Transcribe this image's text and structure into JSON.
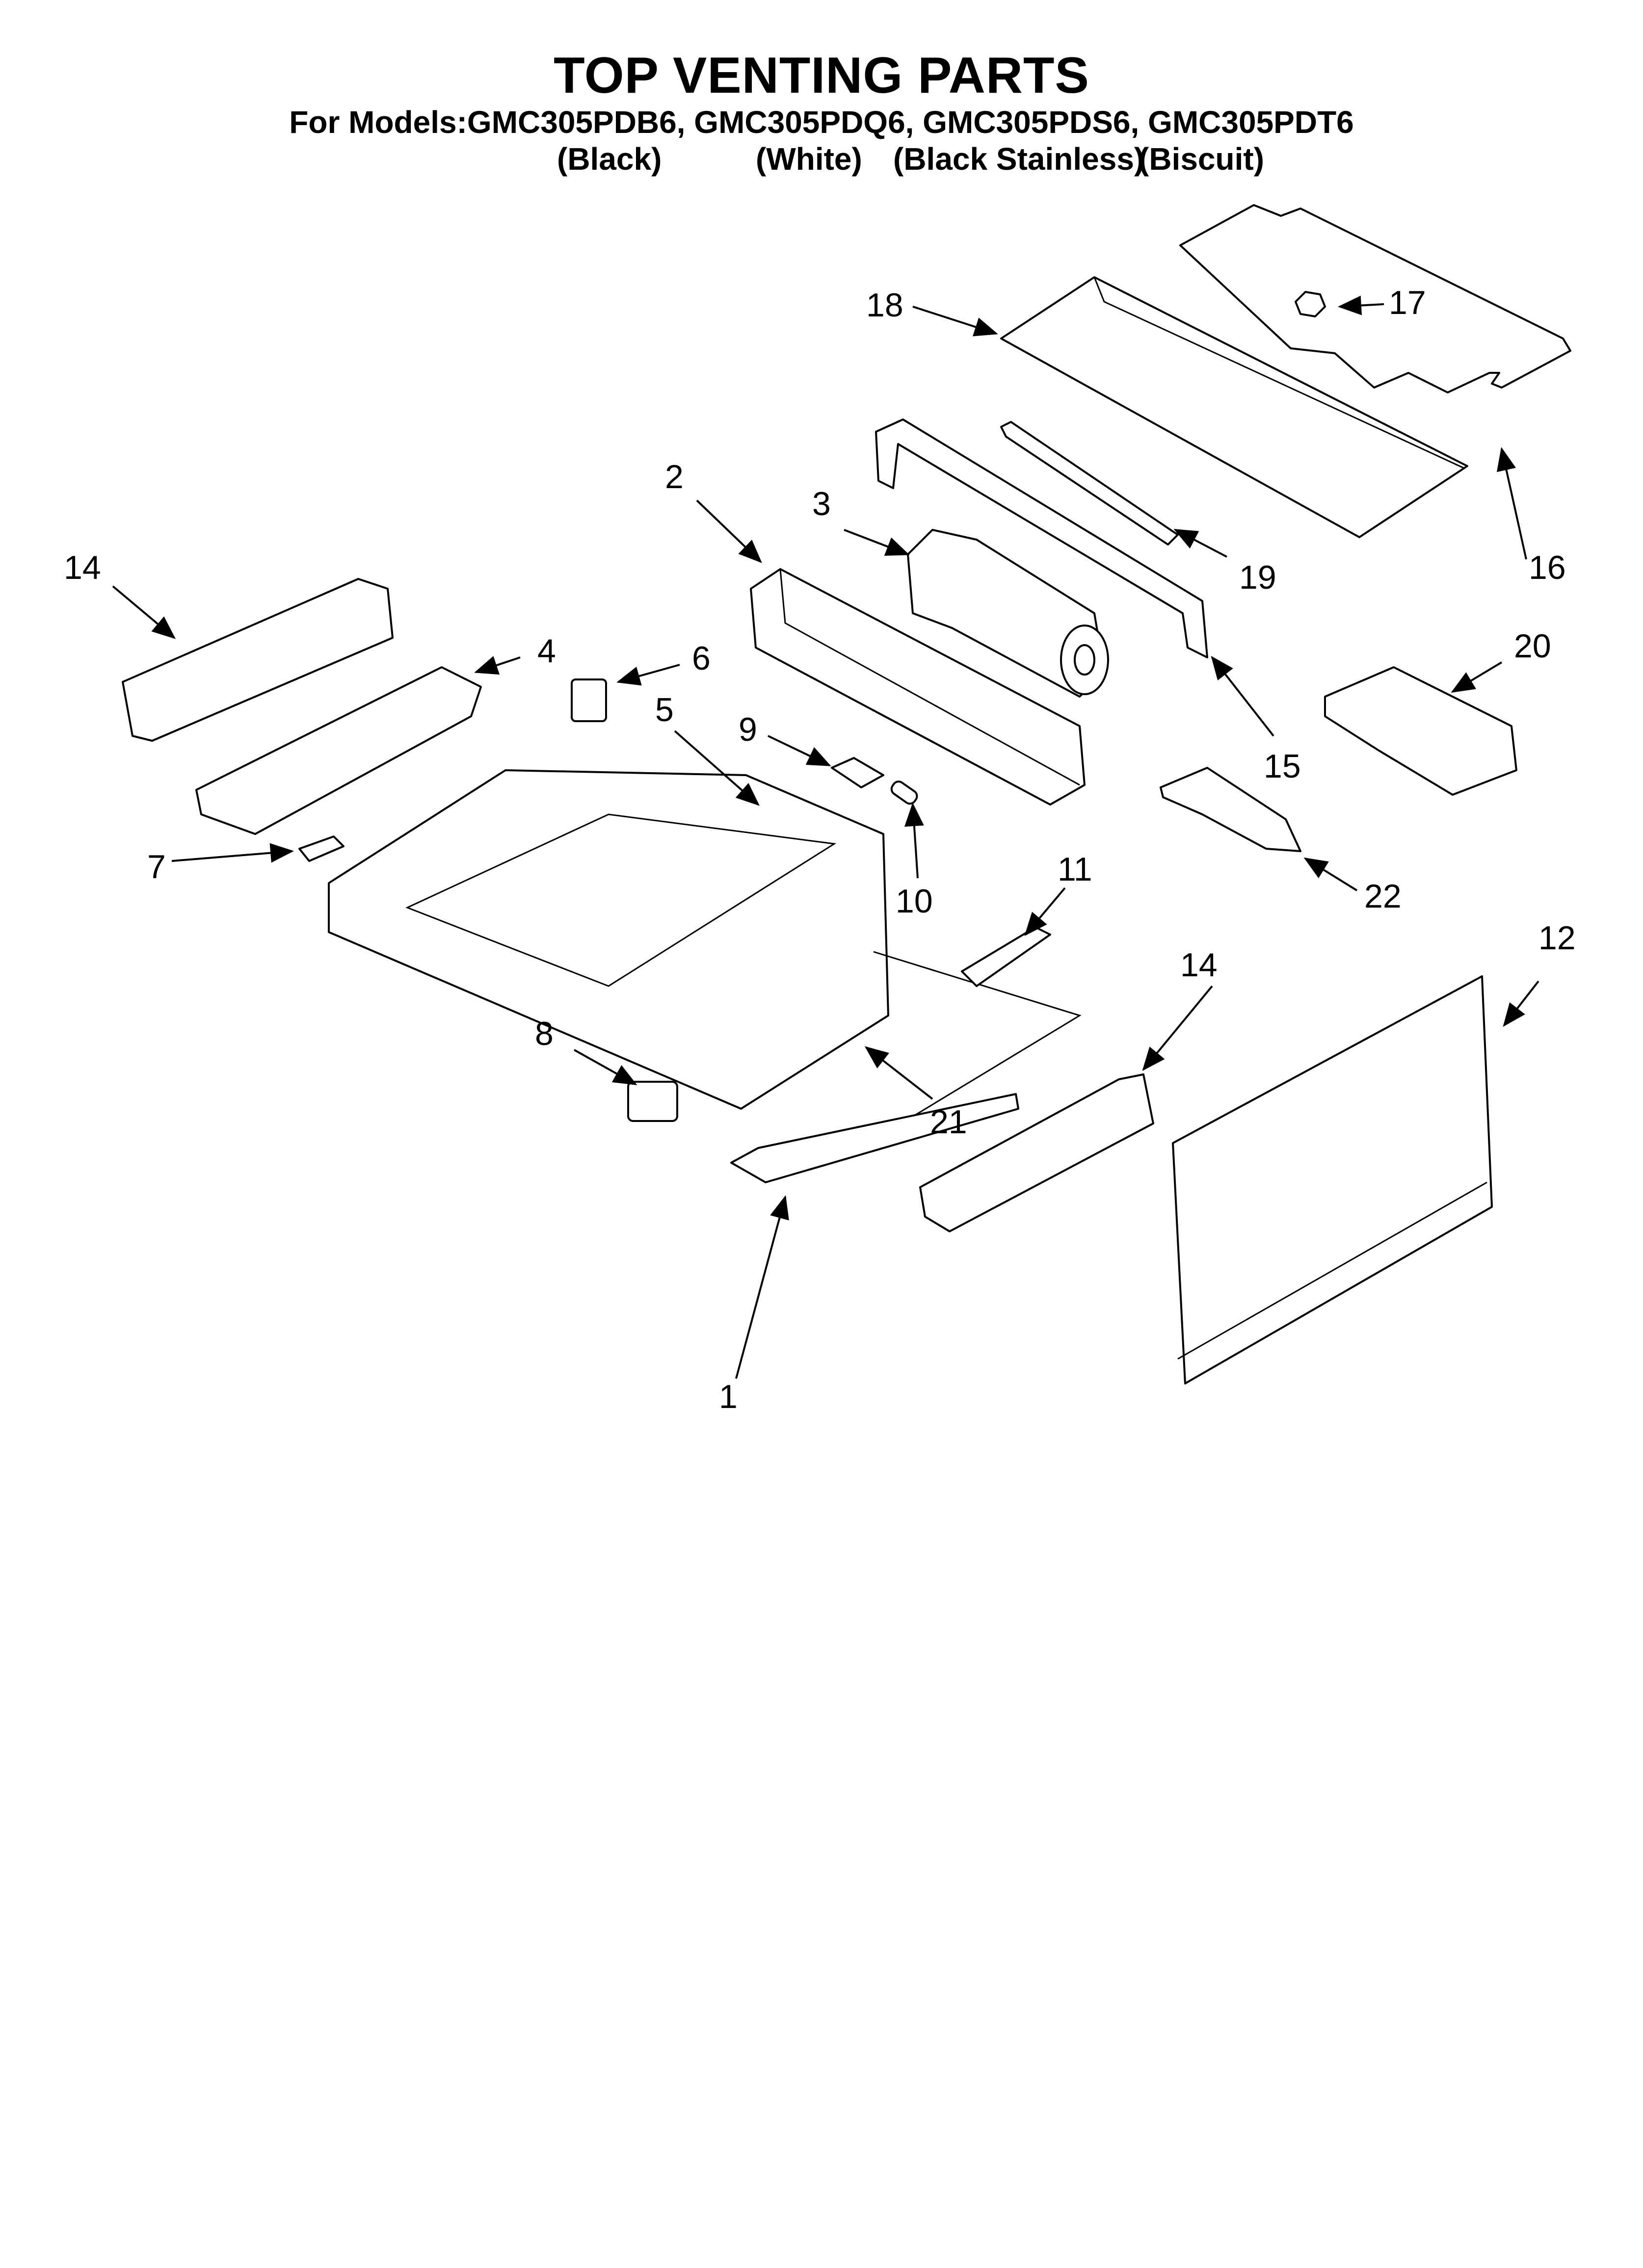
{
  "header": {
    "title": "TOP VENTING PARTS",
    "models_line": "For Models:GMC305PDB6, GMC305PDQ6, GMC305PDS6, GMC305PDT6",
    "variants": [
      "(Black)",
      "(White)",
      "(Black Stainless)",
      "(Biscuit)"
    ]
  },
  "callouts": {
    "c1": "1",
    "c2": "2",
    "c3": "3",
    "c4": "4",
    "c5": "5",
    "c6": "6",
    "c7": "7",
    "c8": "8",
    "c9": "9",
    "c10": "10",
    "c11": "11",
    "c12": "12",
    "c14a": "14",
    "c14b": "14",
    "c15": "15",
    "c16": "16",
    "c17": "17",
    "c18": "18",
    "c19": "19",
    "c20": "20",
    "c21": "21",
    "c22": "22"
  }
}
